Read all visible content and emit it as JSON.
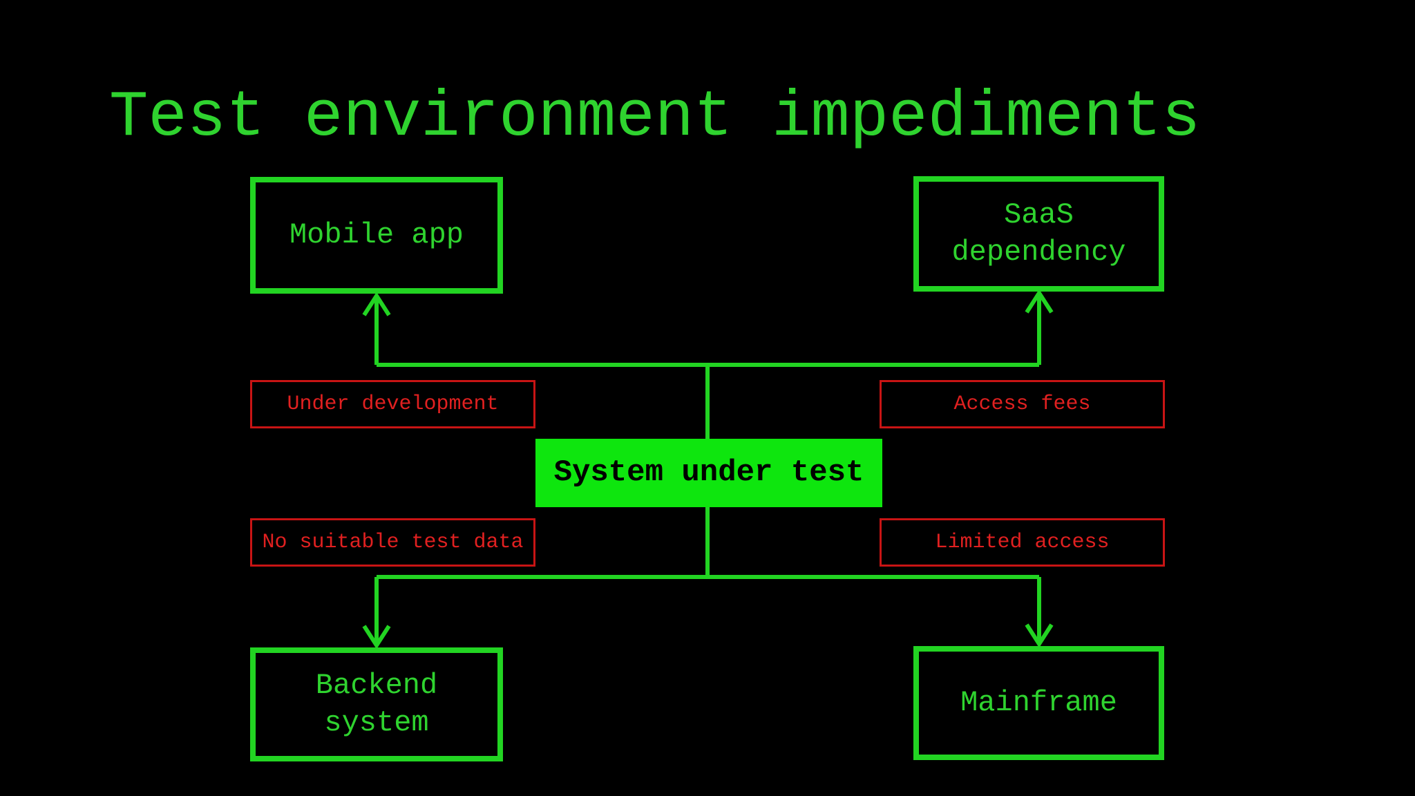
{
  "title": "Test environment impediments",
  "colors": {
    "background": "#000000",
    "green_text": "#2fd32f",
    "green_line": "#22d422",
    "green_fill": "#0ee60e",
    "sut_text": "#000000",
    "red_border": "#c81414",
    "red_text": "#e02020"
  },
  "nodes": {
    "system_under_test": {
      "label": "System under test"
    },
    "mobile_app": {
      "label": "Mobile app"
    },
    "saas_dependency": {
      "line1": "SaaS",
      "line2": "dependency"
    },
    "backend_system": {
      "line1": "Backend",
      "line2": "system"
    },
    "mainframe": {
      "label": "Mainframe"
    }
  },
  "impediments": {
    "under_development": {
      "label": "Under development"
    },
    "access_fees": {
      "label": "Access fees"
    },
    "no_suitable_test_data": {
      "label": "No suitable test data"
    },
    "limited_access": {
      "label": "Limited access"
    }
  },
  "edges": [
    {
      "from": "System under test",
      "to": "Mobile app",
      "impediment": "Under development"
    },
    {
      "from": "System under test",
      "to": "SaaS dependency",
      "impediment": "Access fees"
    },
    {
      "from": "System under test",
      "to": "Backend system",
      "impediment": "No suitable test data"
    },
    {
      "from": "System under test",
      "to": "Mainframe",
      "impediment": "Limited access"
    }
  ]
}
